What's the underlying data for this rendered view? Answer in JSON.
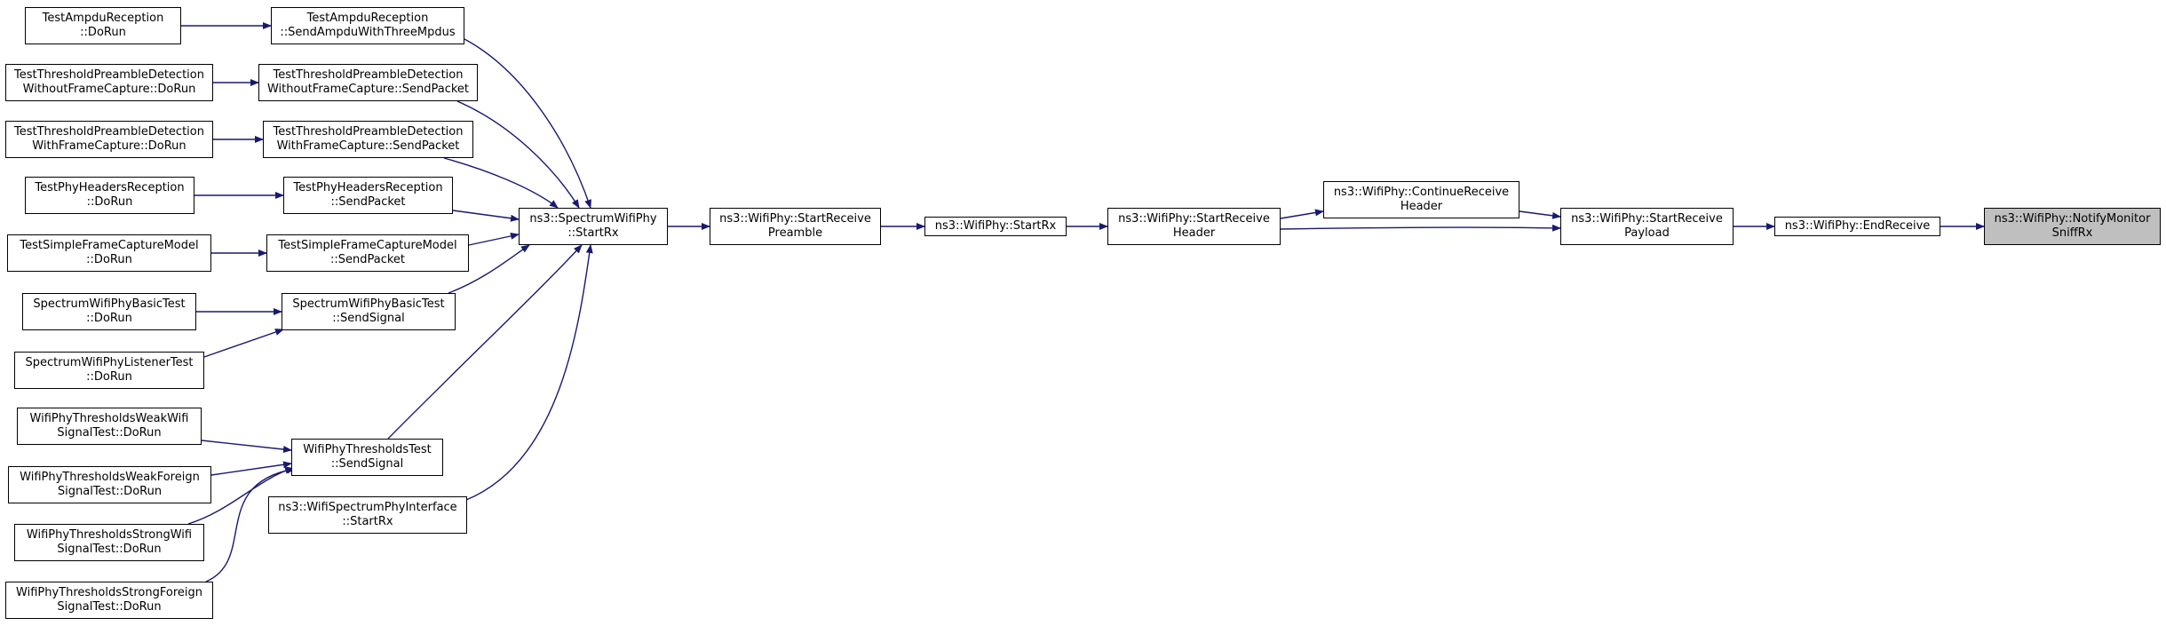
{
  "colors": {
    "edge": "#191970",
    "node_border": "#000000",
    "focus_fill": "#bfbfbf",
    "node_fill": "#ffffff"
  },
  "nodes": {
    "ampdu_dorun": {
      "line1": "TestAmpduReception",
      "line2": "::DoRun"
    },
    "ampdu_send": {
      "line1": "TestAmpduReception",
      "line2": "::SendAmpduWithThreeMpdus"
    },
    "tpd_wo_dorun": {
      "line1": "TestThresholdPreambleDetection",
      "line2": "WithoutFrameCapture::DoRun"
    },
    "tpd_wo_send": {
      "line1": "TestThresholdPreambleDetection",
      "line2": "WithoutFrameCapture::SendPacket"
    },
    "tpd_w_dorun": {
      "line1": "TestThresholdPreambleDetection",
      "line2": "WithFrameCapture::DoRun"
    },
    "tpd_w_send": {
      "line1": "TestThresholdPreambleDetection",
      "line2": "WithFrameCapture::SendPacket"
    },
    "phyhdr_dorun": {
      "line1": "TestPhyHeadersReception",
      "line2": "::DoRun"
    },
    "phyhdr_send": {
      "line1": "TestPhyHeadersReception",
      "line2": "::SendPacket"
    },
    "sfcm_dorun": {
      "line1": "TestSimpleFrameCaptureModel",
      "line2": "::DoRun"
    },
    "sfcm_send": {
      "line1": "TestSimpleFrameCaptureModel",
      "line2": "::SendPacket"
    },
    "swpbt_dorun": {
      "line1": "SpectrumWifiPhyBasicTest",
      "line2": "::DoRun"
    },
    "swpbt_send": {
      "line1": "SpectrumWifiPhyBasicTest",
      "line2": "::SendSignal"
    },
    "swplt_dorun": {
      "line1": "SpectrumWifiPhyListenerTest",
      "line2": "::DoRun"
    },
    "wtw_dorun": {
      "line1": "WifiPhyThresholdsWeakWifi",
      "line2": "SignalTest::DoRun"
    },
    "wtwf_dorun": {
      "line1": "WifiPhyThresholdsWeakForeign",
      "line2": "SignalTest::DoRun"
    },
    "wtsw_dorun": {
      "line1": "WifiPhyThresholdsStrongWifi",
      "line2": "SignalTest::DoRun"
    },
    "wtsf_dorun": {
      "line1": "WifiPhyThresholdsStrongForeign",
      "line2": "SignalTest::DoRun"
    },
    "wtt_send": {
      "line1": "WifiPhyThresholdsTest",
      "line2": "::SendSignal"
    },
    "wspi_startrx": {
      "line1": "ns3::WifiSpectrumPhyInterface",
      "line2": "::StartRx"
    },
    "swp_startrx": {
      "line1": "ns3::SpectrumWifiPhy",
      "line2": "::StartRx"
    },
    "srp": {
      "line1": "ns3::WifiPhy::StartReceive",
      "line2": "Preamble"
    },
    "wp_startrx": {
      "line1": "ns3::WifiPhy::StartRx",
      "line2": ""
    },
    "srh": {
      "line1": "ns3::WifiPhy::StartReceive",
      "line2": "Header"
    },
    "crh": {
      "line1": "ns3::WifiPhy::ContinueReceive",
      "line2": "Header"
    },
    "srpl": {
      "line1": "ns3::WifiPhy::StartReceive",
      "line2": "Payload"
    },
    "endrx": {
      "line1": "ns3::WifiPhy::EndReceive",
      "line2": ""
    },
    "nmsr": {
      "line1": "ns3::WifiPhy::NotifyMonitor",
      "line2": "SniffRx"
    }
  }
}
